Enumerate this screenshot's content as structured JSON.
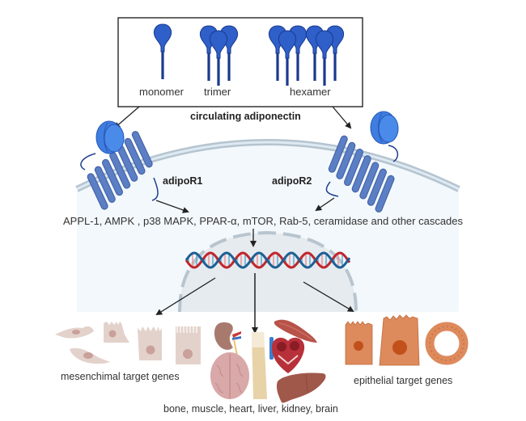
{
  "diagram": {
    "title": "circulating adiponectin",
    "forms": [
      {
        "label": "monomer",
        "count": 1
      },
      {
        "label": "trimer",
        "count": 3
      },
      {
        "label": "hexamer",
        "count": 6
      }
    ],
    "receptors": [
      {
        "label": "adipoR1"
      },
      {
        "label": "adipoR2"
      }
    ],
    "cascades": "APPL-1, AMPK , p38 MAPK, PPAR-α, mTOR, Rab-5, ceramidase and other cascades",
    "targets": [
      {
        "label": "mesenchimal target genes"
      },
      {
        "label": "bone, muscle, heart, liver, kidney, brain"
      },
      {
        "label": "epithelial target genes"
      }
    ],
    "colors": {
      "adiponectin": "#2f5fc8",
      "adiponectin_dark": "#1a3a8f",
      "receptor": "#5b7ec4",
      "receptor_head": "#3f7ee0",
      "membrane": "#b5c4cf",
      "cytoplasm": "#f3f8fc",
      "nucleus": "#e6ebef",
      "dna_red": "#c0262c",
      "dna_blue": "#1d5f94",
      "mesenchymal_cell": "#e3d2cb",
      "epithelial_cell": "#dd8a5c"
    }
  }
}
